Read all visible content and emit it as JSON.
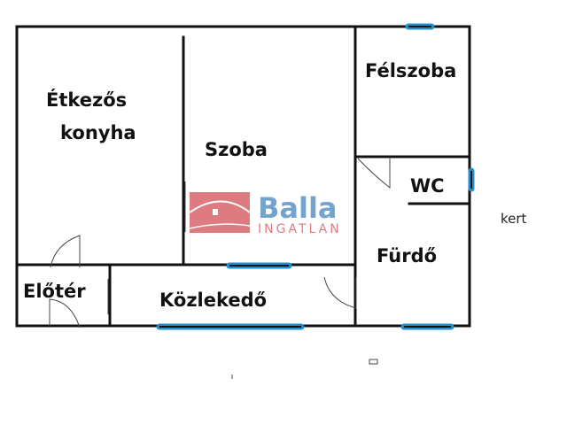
{
  "rooms": {
    "etkezos_line1": "Étkezős",
    "etkezos_line2": "konyha",
    "szoba": "Szoba",
    "felszoba": "Félszoba",
    "wc": "WC",
    "furdo": "Fürdő",
    "eloter": "Előtér",
    "kozlekedo": "Közlekedő"
  },
  "outside_label": "kert",
  "watermark": {
    "brand": "Balla",
    "sub": "INGATLAN",
    "brand_color": "#5b93c7",
    "sub_color": "#d9646b"
  },
  "colors": {
    "walls": "#111111",
    "windows": "#1e90d0"
  }
}
